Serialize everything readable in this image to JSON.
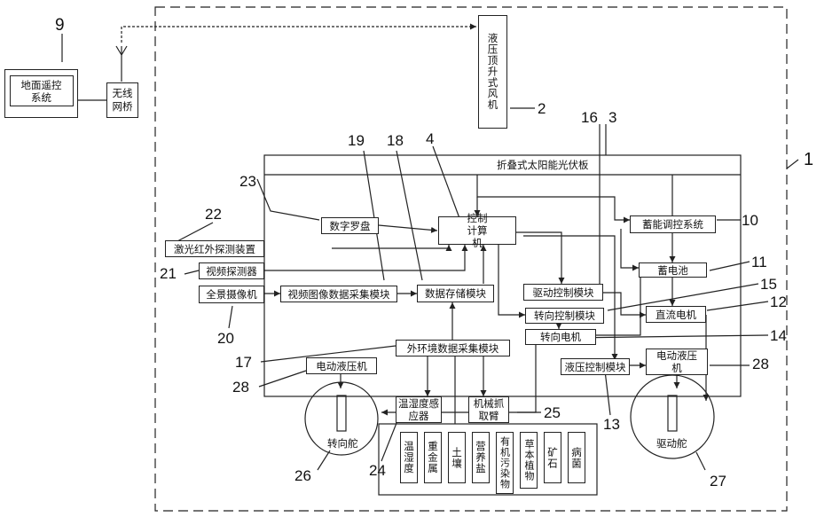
{
  "components": {
    "remote": "地面遥控系统",
    "bridge": "无线网桥",
    "fan": "液压顶升式风机",
    "solar": "折叠式太阳能光伏板",
    "compass": "数字罗盘",
    "computer": "控制计算机",
    "storage_ctrl": "蓄能调控系统",
    "laser": "激光红外探测装置",
    "video_det": "视频探测器",
    "panorama": "全景摄像机",
    "video_acq": "视频图像数据采集模块",
    "data_store": "数据存储模块",
    "drive_ctrl": "驱动控制模块",
    "battery": "蓄电池",
    "steer_ctrl": "转向控制模块",
    "dc_motor": "直流电机",
    "steer_motor": "转向电机",
    "env_acq": "外环境数据采集模块",
    "hyd_left": "电动液压机",
    "hyd_ctrl": "液压控制模块",
    "hyd_right": "电动液压机",
    "th_sensor": "温湿度感应器",
    "arm": "机械抓取臂",
    "steer_wheel": "转向舵",
    "drive_wheel": "驱动舵",
    "samples": [
      "温湿度",
      "重金属",
      "土壤",
      "营养盐",
      "有机污染物",
      "草本植物",
      "矿石",
      "病菌"
    ]
  },
  "labels": {
    "n1": "1",
    "n2": "2",
    "n3": "3",
    "n4": "4",
    "n9": "9",
    "n10": "10",
    "n11": "11",
    "n12": "12",
    "n13": "13",
    "n14": "14",
    "n15": "15",
    "n16": "16",
    "n17": "17",
    "n18": "18",
    "n19": "19",
    "n20": "20",
    "n21": "21",
    "n22": "22",
    "n23": "23",
    "n24": "24",
    "n25": "25",
    "n26": "26",
    "n27": "27",
    "n28a": "28",
    "n28b": "28"
  }
}
